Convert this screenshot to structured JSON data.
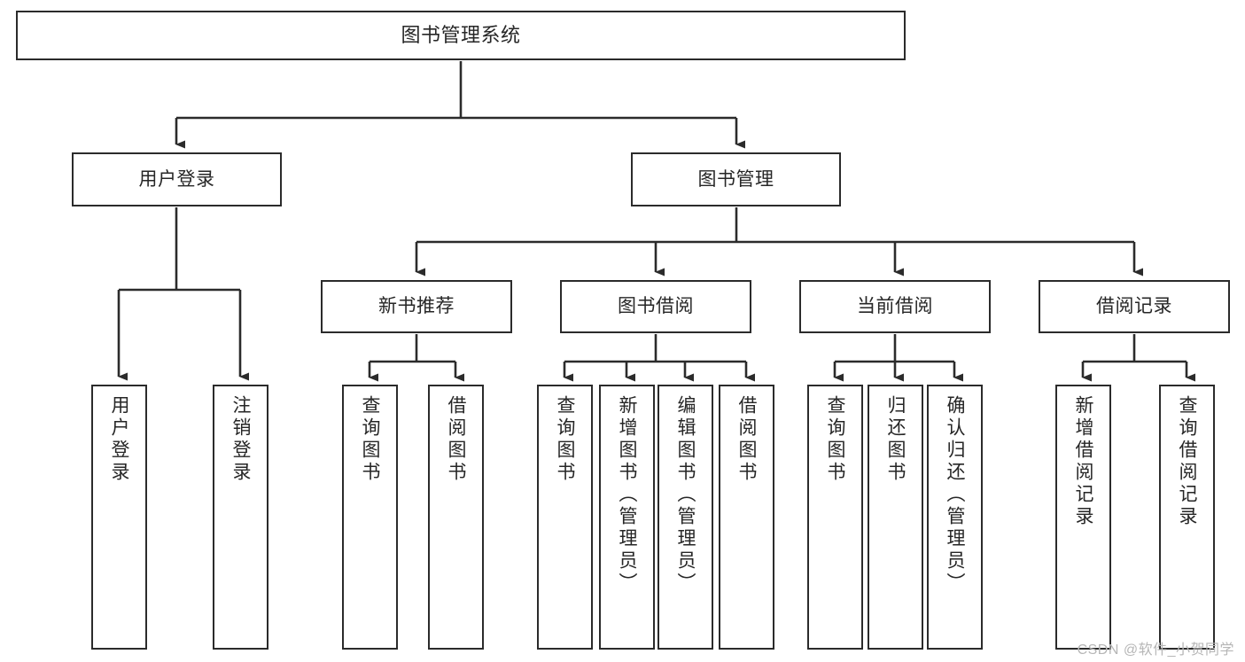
{
  "diagram": {
    "type": "hierarchy-tree",
    "title": "图书管理系统",
    "orientation": "top-down",
    "colors": {
      "box_border": "#2b2b2b",
      "box_fill": "#ffffff",
      "connector": "#2b2b2b",
      "text": "#262626",
      "watermark": "#b6b6b6"
    },
    "root": {
      "label": "图书管理系统"
    },
    "level2": [
      {
        "label": "用户登录"
      },
      {
        "label": "图书管理"
      }
    ],
    "level3": [
      {
        "label": "新书推荐"
      },
      {
        "label": "图书借阅"
      },
      {
        "label": "当前借阅"
      },
      {
        "label": "借阅记录"
      }
    ],
    "leaves": {
      "user_login": [
        {
          "label": "用户登录"
        },
        {
          "label": "注销登录"
        }
      ],
      "new_book_recommend": [
        {
          "label": "查询图书"
        },
        {
          "label": "借阅图书"
        }
      ],
      "book_borrow": [
        {
          "label": "查询图书"
        },
        {
          "label": "新增图书（管理员）"
        },
        {
          "label": "编辑图书（管理员）"
        },
        {
          "label": "借阅图书"
        }
      ],
      "current_borrow": [
        {
          "label": "查询图书"
        },
        {
          "label": "归还图书"
        },
        {
          "label": "确认归还（管理员）"
        }
      ],
      "borrow_record": [
        {
          "label": "新增借阅记录"
        },
        {
          "label": "查询借阅记录"
        }
      ]
    }
  },
  "watermark": {
    "text": "CSDN @软件_小贺同学"
  }
}
